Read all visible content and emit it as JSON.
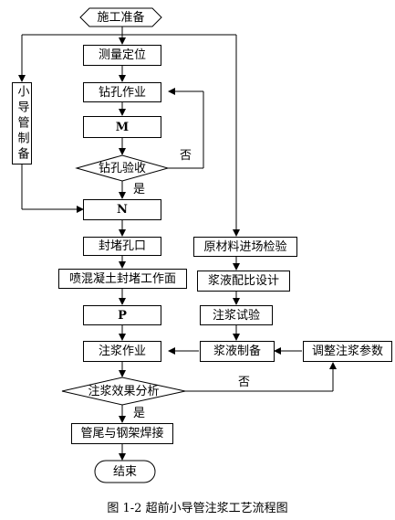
{
  "nodes": {
    "start": "施工准备",
    "survey": "测量定位",
    "drill": "钻孔作业",
    "m": "M",
    "drill_check": "钻孔验收",
    "n": "N",
    "seal_hole": "封堵孔口",
    "shotcrete": "喷混凝土封堵工作面",
    "p": "P",
    "grouting": "注浆作业",
    "grout_effect": "注浆效果分析",
    "weld": "管尾与钢架焊接",
    "end": "结束",
    "small_pipe": "小导管制备",
    "materials": "原材料进场检验",
    "mix_design": "浆液配比设计",
    "grout_test": "注浆试验",
    "grout_prep": "浆液制备",
    "adjust": "调整注浆参数"
  },
  "labels": {
    "no_1": "否",
    "yes_1": "是",
    "no_2": "否",
    "yes_2": "是"
  },
  "caption": "图 1-2    超前小导管注浆工艺流程图"
}
